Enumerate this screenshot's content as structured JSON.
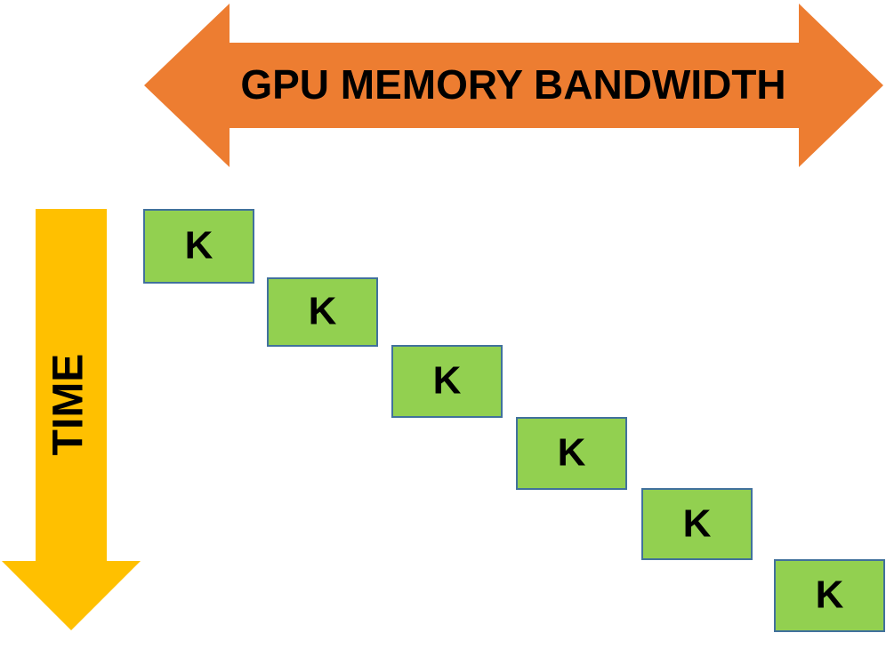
{
  "bandwidth_arrow": {
    "label": "GPU MEMORY BANDWIDTH",
    "color": "#ED7D31"
  },
  "time_arrow": {
    "label": "TIME",
    "color": "#FFC000"
  },
  "kernel_box_style": {
    "fill": "#92D050",
    "border": "#41719C"
  },
  "kernels": [
    {
      "label": "K"
    },
    {
      "label": "K"
    },
    {
      "label": "K"
    },
    {
      "label": "K"
    },
    {
      "label": "K"
    },
    {
      "label": "K"
    }
  ]
}
